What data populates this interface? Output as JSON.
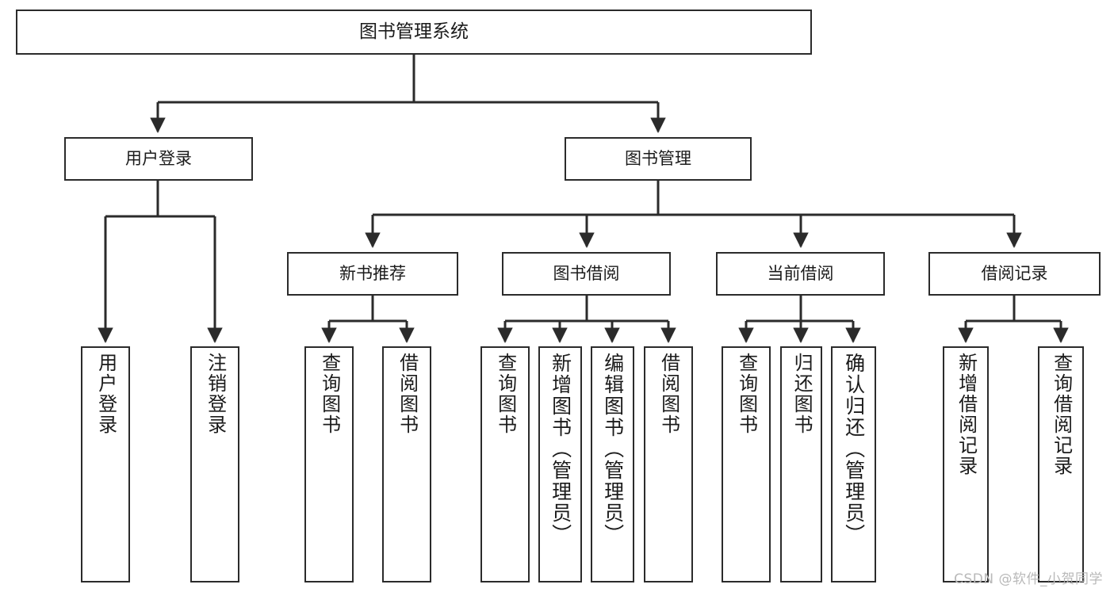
{
  "diagram": {
    "title": "图书管理系统",
    "watermark": "CSDN @软件_小贺同学",
    "colors": {
      "stroke": "#2b2b2b",
      "fill": "#ffffff",
      "text": "#1b1b1b",
      "watermark": "#b9b9b9"
    },
    "root": {
      "label": "图书管理系统"
    },
    "level2": [
      {
        "id": "user-login",
        "label": "用户登录"
      },
      {
        "id": "book-manage",
        "label": "图书管理"
      }
    ],
    "level3": [
      {
        "id": "new-book-recommend",
        "label": "新书推荐"
      },
      {
        "id": "book-borrow",
        "label": "图书借阅"
      },
      {
        "id": "current-borrow",
        "label": "当前借阅"
      },
      {
        "id": "borrow-record",
        "label": "借阅记录"
      }
    ],
    "leaves": [
      {
        "id": "leaf-user-login",
        "parent": "user-login",
        "label": "用户登录"
      },
      {
        "id": "leaf-logout",
        "parent": "user-login",
        "label": "注销登录"
      },
      {
        "id": "leaf-query-book-1",
        "parent": "new-book-recommend",
        "label": "查询图书"
      },
      {
        "id": "leaf-borrow-book-1",
        "parent": "new-book-recommend",
        "label": "借阅图书"
      },
      {
        "id": "leaf-query-book-2",
        "parent": "book-borrow",
        "label": "查询图书"
      },
      {
        "id": "leaf-add-book",
        "parent": "book-borrow",
        "label": "新增图书（管理员）"
      },
      {
        "id": "leaf-edit-book",
        "parent": "book-borrow",
        "label": "编辑图书（管理员）"
      },
      {
        "id": "leaf-borrow-book-2",
        "parent": "book-borrow",
        "label": "借阅图书"
      },
      {
        "id": "leaf-query-book-3",
        "parent": "current-borrow",
        "label": "查询图书"
      },
      {
        "id": "leaf-return-book",
        "parent": "current-borrow",
        "label": "归还图书"
      },
      {
        "id": "leaf-confirm-return",
        "parent": "current-borrow",
        "label": "确认归还（管理员）"
      },
      {
        "id": "leaf-add-record",
        "parent": "borrow-record",
        "label": "新增借阅记录"
      },
      {
        "id": "leaf-query-record",
        "parent": "borrow-record",
        "label": "查询借阅记录"
      }
    ]
  }
}
